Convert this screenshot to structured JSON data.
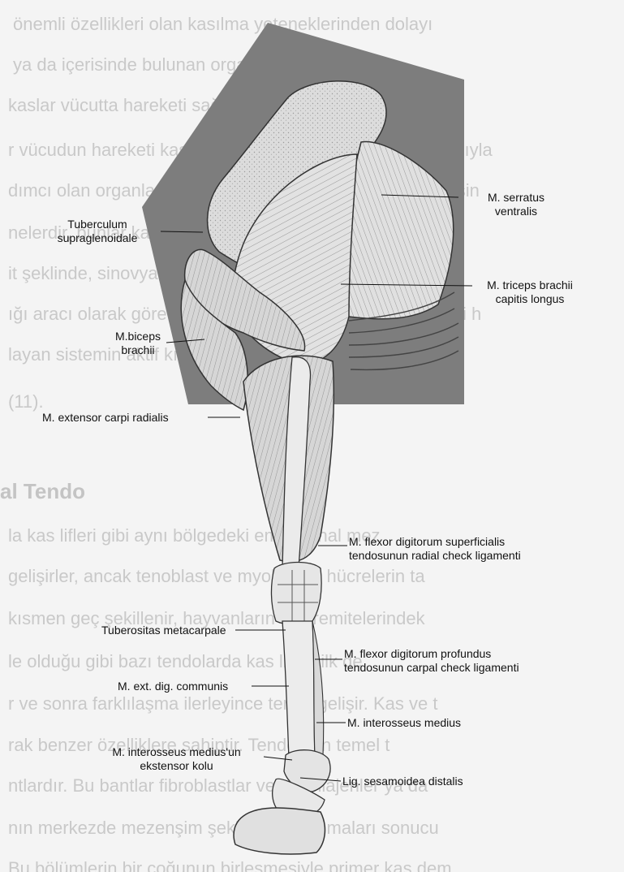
{
  "background_text": {
    "lines": [
      "önemli özellikleri olan kasılma yeteneklerinden dolayı",
      "ya da içerisinde bulunan organları hareket ettir",
      "kaslar vücutta hareketi sağlayan yapılardır (11).",
      "r vücudun hareketi kasların koordineli bir şekilde çalışmasıyla",
      "dımcı olan organlar fascia, tendo, yardımcı fascia, bursa sin",
      "nelerdir, bunlar kasların yardımcı organları olarak adla",
      "it şeklinde, sinovyal kılıflar ile çevrilidir ve kasların",
      "ığı aracı olarak görev yaparlar. İskelet kasları ise vücuttaki h",
      "layan sistemin aktif kısmını oluşturur ve organların destek",
      "(11)."
    ],
    "heading": "al Tendo",
    "lines2": [
      "la kas lifleri gibi aynı bölgedeki embriyonal mez",
      "gelişirler, ancak tenoblast ve myoblastik hücrelerin ta",
      "kısmen geç şekillenir, hayvanların ekstremitelerindek",
      "le olduğu gibi bazı tendolarda kas lifleri ilk de",
      "r ve sonra farklılaşma ilerleyince tendo gelişir. Kas ve t",
      "rak benzer özelliklere sahiptir. Tendoların temel t",
      "ntlardır. Bu bantlar fibroblastlar veya kollajenler ya da",
      "nın merkezde mezenşim şeklinde toplanmaları sonucu",
      "Bu bölümlerin bir çoğunun birleşmesiyle primer kas dem"
    ]
  },
  "labels": {
    "serratus": [
      "M. serratus",
      "ventralis"
    ],
    "tuberculum": [
      "Tuberculum",
      "supraglenoidale"
    ],
    "triceps": [
      "M. triceps brachii",
      "capitis longus"
    ],
    "biceps": [
      "M.biceps",
      "brachii"
    ],
    "extensor_carpi": "M. extensor carpi radialis",
    "flexor_superficialis": [
      "M. flexor digitorum superficialis",
      "tendosunun radial check ligamenti"
    ],
    "tuberositas": "Tuberositas metacarpale",
    "flexor_profundus": [
      "M. flexor digitorum profundus",
      "tendosunun carpal check ligamenti"
    ],
    "ext_dig": "M. ext. dig. communis",
    "interosseus": "M. interosseus medius",
    "interosseus_kolu": [
      "M. interosseus medius'un",
      "ekstensor kolu"
    ],
    "sesamoidea": "Lig. sesamoidea distalis"
  },
  "colors": {
    "panel": "#7d7d7d",
    "muscle": "#d8d8d8",
    "bone": "#ebebeb",
    "ink": "#111111",
    "ghost_text": "#c9c9c9"
  }
}
